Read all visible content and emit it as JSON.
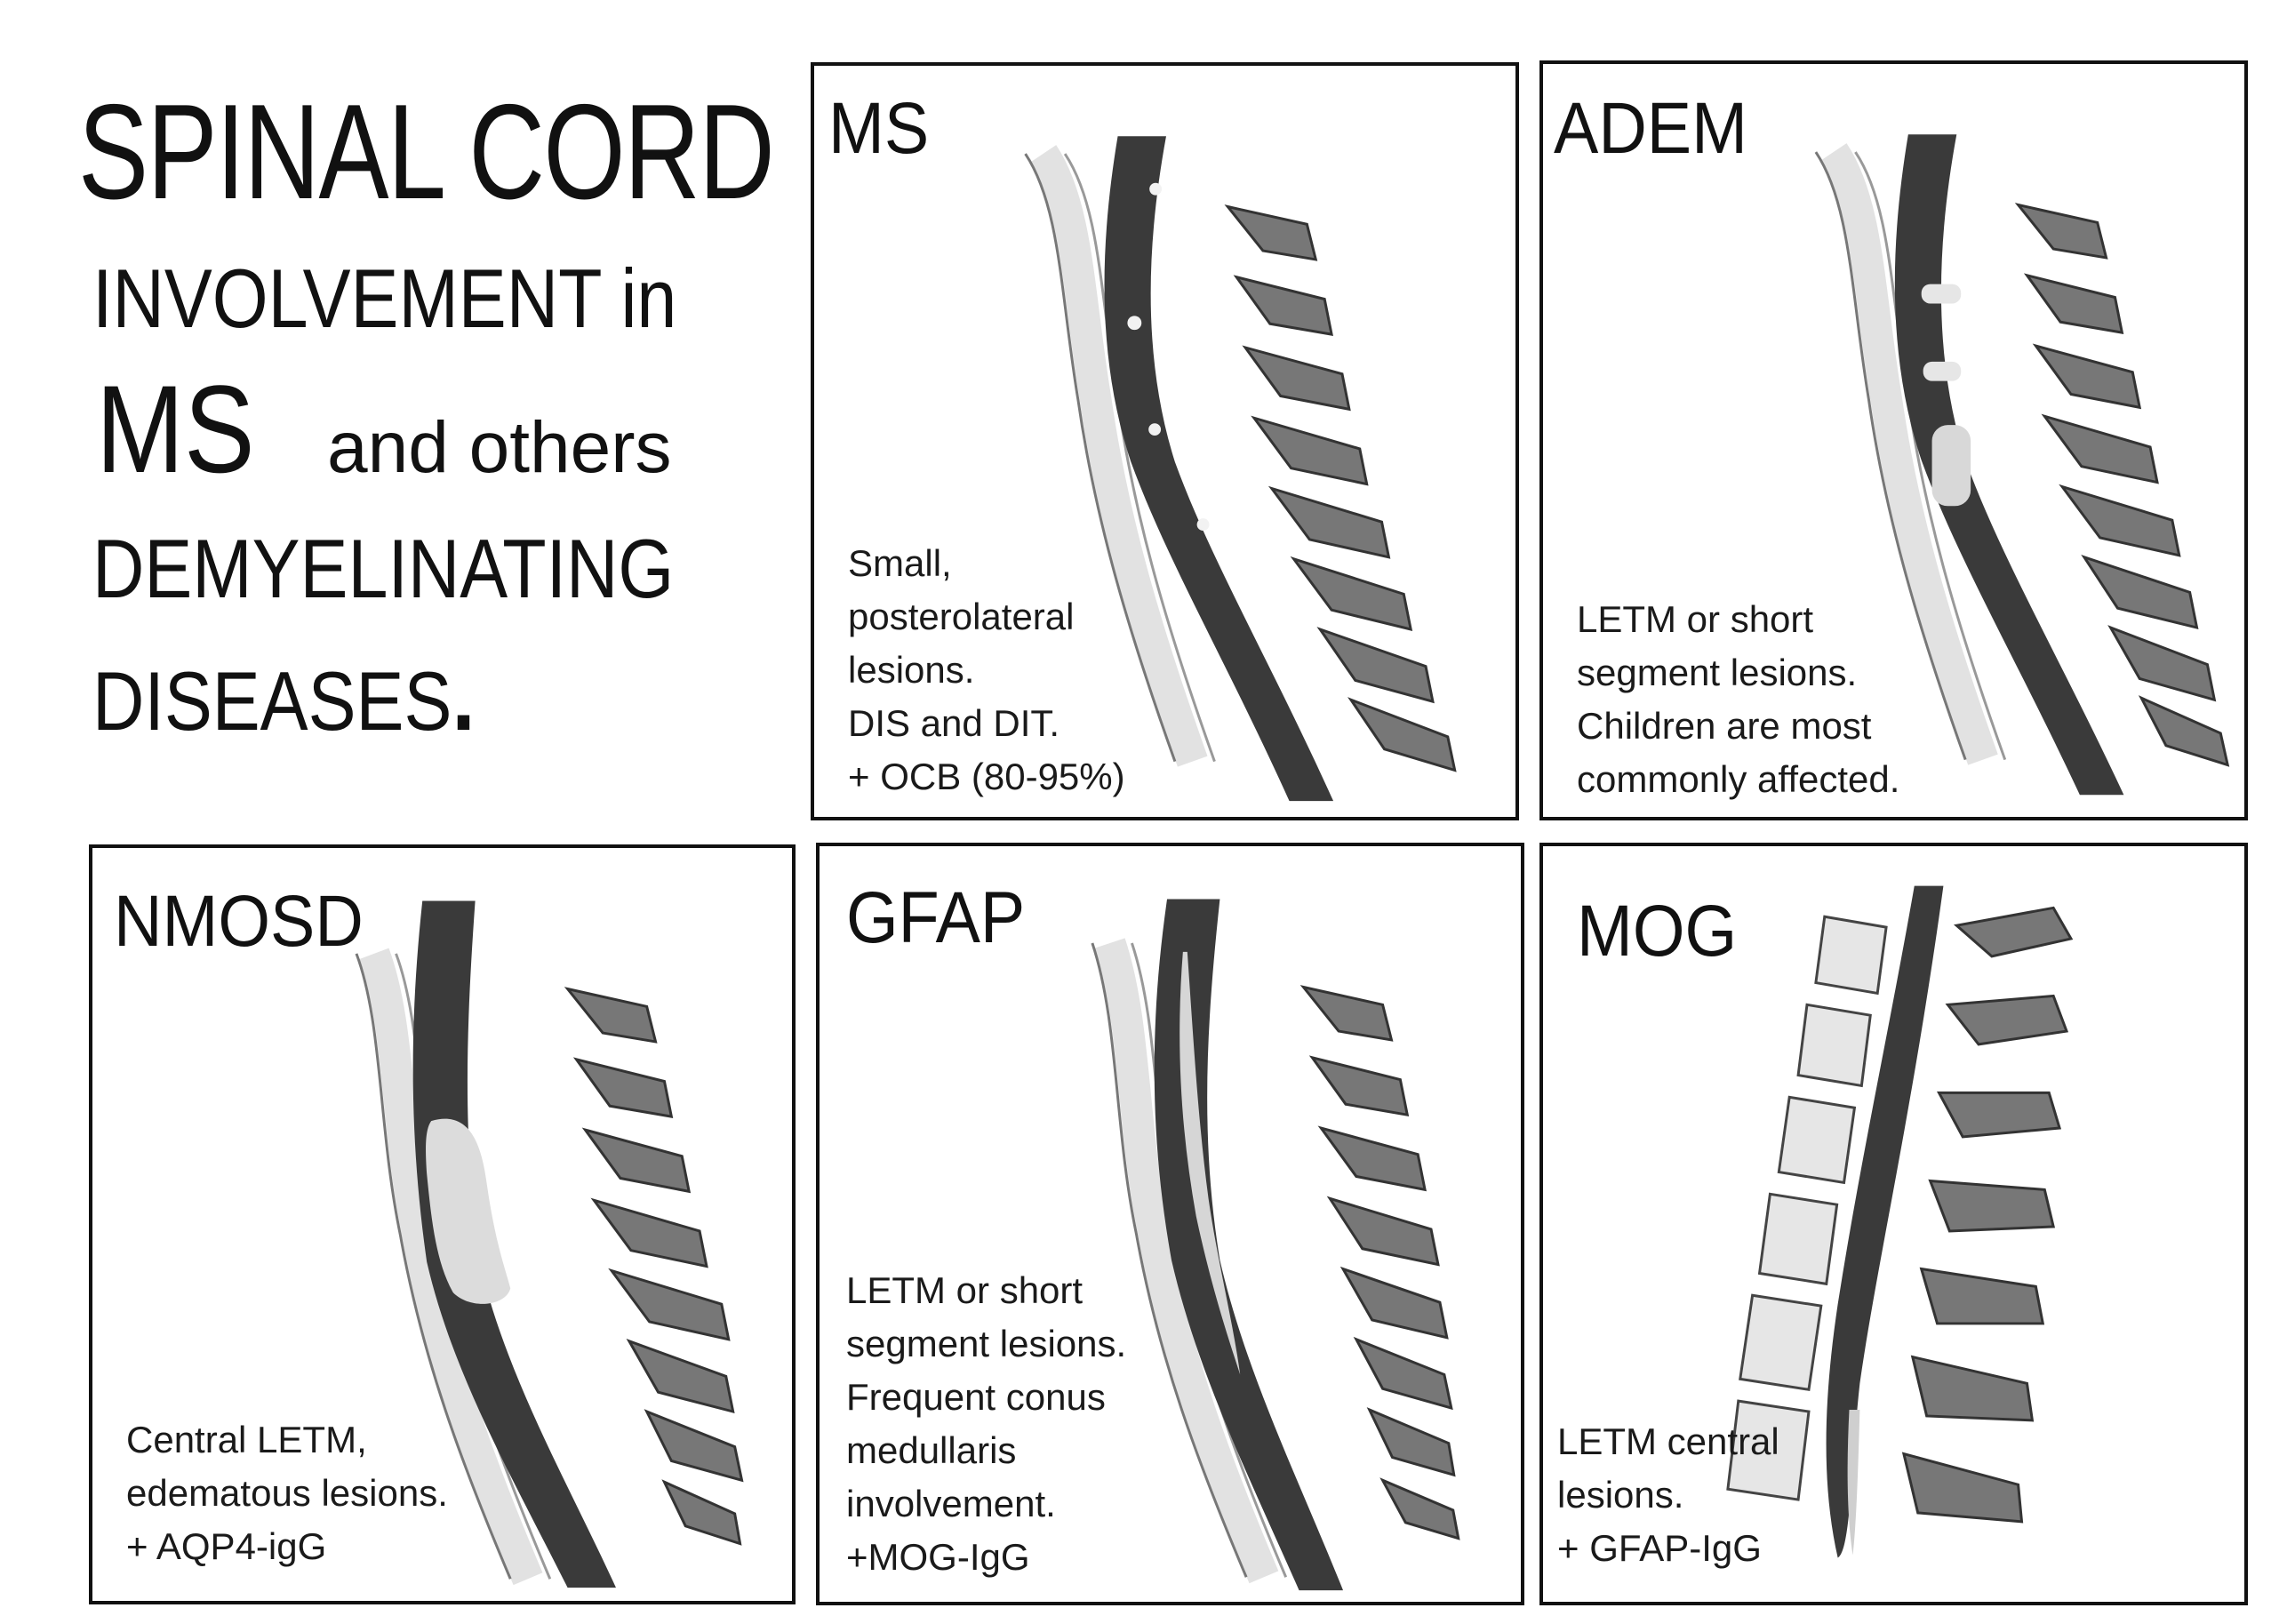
{
  "title": {
    "line1": "SPINAL CORD",
    "line2": "INVOLVEMENT in",
    "line3_big": "MS",
    "line3_small": "and others",
    "line4": "DEMYELINATING",
    "line5": "DISEASES",
    "line5_dot": "."
  },
  "panels": [
    {
      "id": "ms",
      "title": "MS",
      "desc": [
        "Small,",
        "posterolateral",
        "lesions.",
        "DIS and DIT.",
        "+ OCB (80-95%)"
      ]
    },
    {
      "id": "adem",
      "title": "ADEM",
      "desc": [
        "LETM or short",
        "segment lesions.",
        "Children are most",
        "commonly affected."
      ]
    },
    {
      "id": "nmosd",
      "title": "NMOSD",
      "desc": [
        "Central LETM,",
        "edematous lesions.",
        "+ AQP4-igG"
      ]
    },
    {
      "id": "gfap",
      "title": "GFAP",
      "desc": [
        "LETM or short",
        "segment lesions.",
        "Frequent conus",
        "medullaris",
        "involvement.",
        "+MOG-IgG"
      ]
    },
    {
      "id": "mog",
      "title": "MOG",
      "desc": [
        "LETM central",
        "lesions.",
        "+ GFAP-IgG"
      ]
    }
  ],
  "colors": {
    "cord": "#3a3a3a",
    "lesion": "#e8e8e8",
    "bone": "#555555",
    "border": "#111111"
  }
}
